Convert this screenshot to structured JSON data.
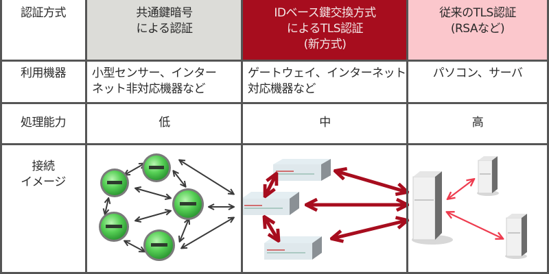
{
  "table": {
    "row_headers": [
      "認証方式",
      "利用機器",
      "処理能力"
    ],
    "image_row_header": [
      "接続",
      "イメージ"
    ],
    "columns": [
      {
        "header": [
          "共通鍵暗号",
          "による認証"
        ],
        "header_color": "#dcdcd8",
        "devices": [
          "小型センサー、インター",
          "ネット非対応機器など"
        ],
        "capability": "低",
        "image": "sensor-mesh"
      },
      {
        "header": [
          "IDベース鍵交換方式",
          "によるTLS認証",
          "(新方式)"
        ],
        "header_color": "#a70d1e",
        "devices": [
          "ゲートウェイ、インターネット",
          "対応機器など"
        ],
        "capability": "中",
        "image": "gateway-devices"
      },
      {
        "header": [
          "従来のTLS認証",
          "(RSAなど)"
        ],
        "header_color": "#fbc7cc",
        "devices": [
          "パソコン、サーバ"
        ],
        "capability": "高",
        "image": "servers"
      }
    ]
  },
  "colors": {
    "border": "#555555",
    "sensor_green": "#5fd35f",
    "arrow_dark": "#3a3a3a",
    "arrow_red_dark": "#a70d1e",
    "arrow_red_light": "#ee3b4e"
  }
}
